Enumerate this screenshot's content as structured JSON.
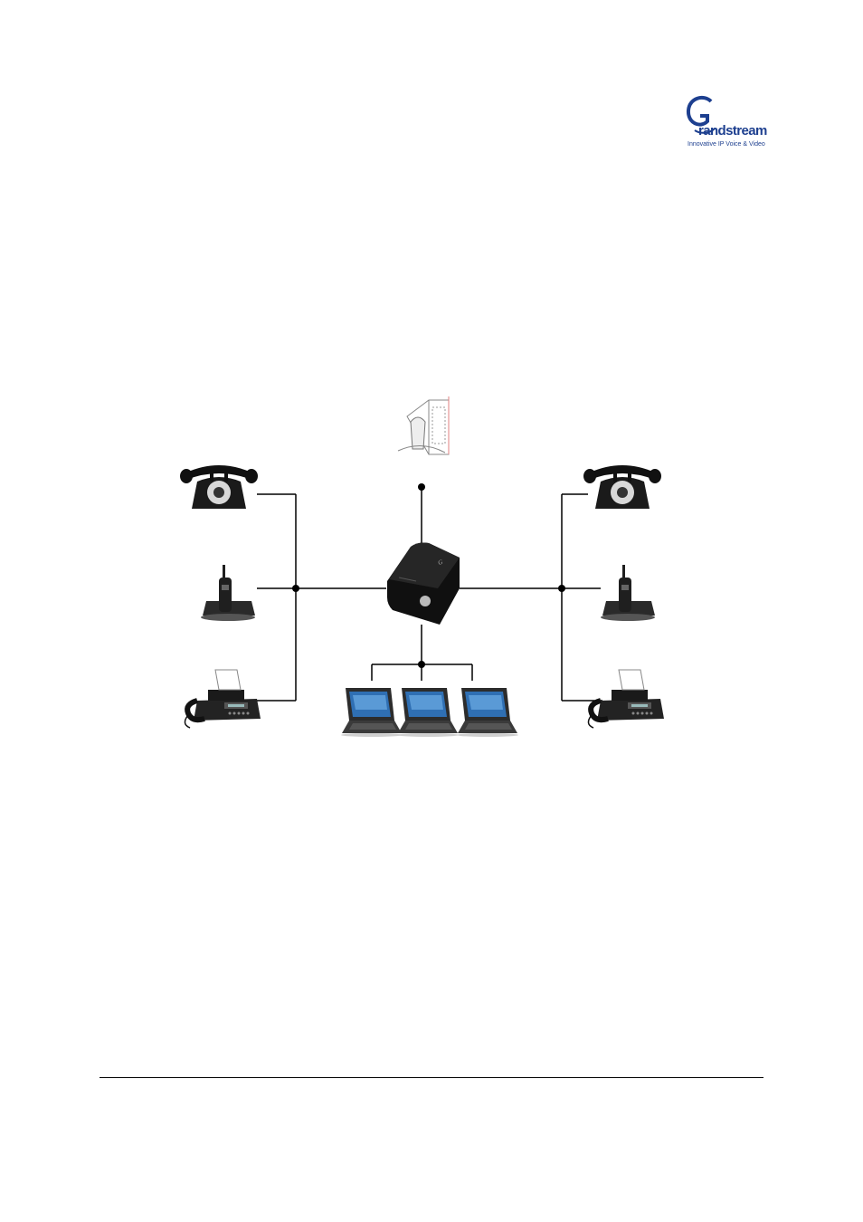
{
  "logo": {
    "brand": "Grandstream",
    "brand_suffix": "randstream",
    "tagline": "Innovative IP Voice & Video",
    "color": "#1d3f8f"
  },
  "diagram": {
    "center_device": "gateway-device",
    "top_device": "broadband-modem",
    "left_devices": [
      "rotary-phone-icon",
      "cordless-phone-icon",
      "fax-machine-icon"
    ],
    "right_devices": [
      "rotary-phone-icon",
      "cordless-phone-icon",
      "fax-machine-icon"
    ],
    "bottom_devices": [
      "laptop-icon",
      "laptop-icon",
      "laptop-icon"
    ]
  }
}
